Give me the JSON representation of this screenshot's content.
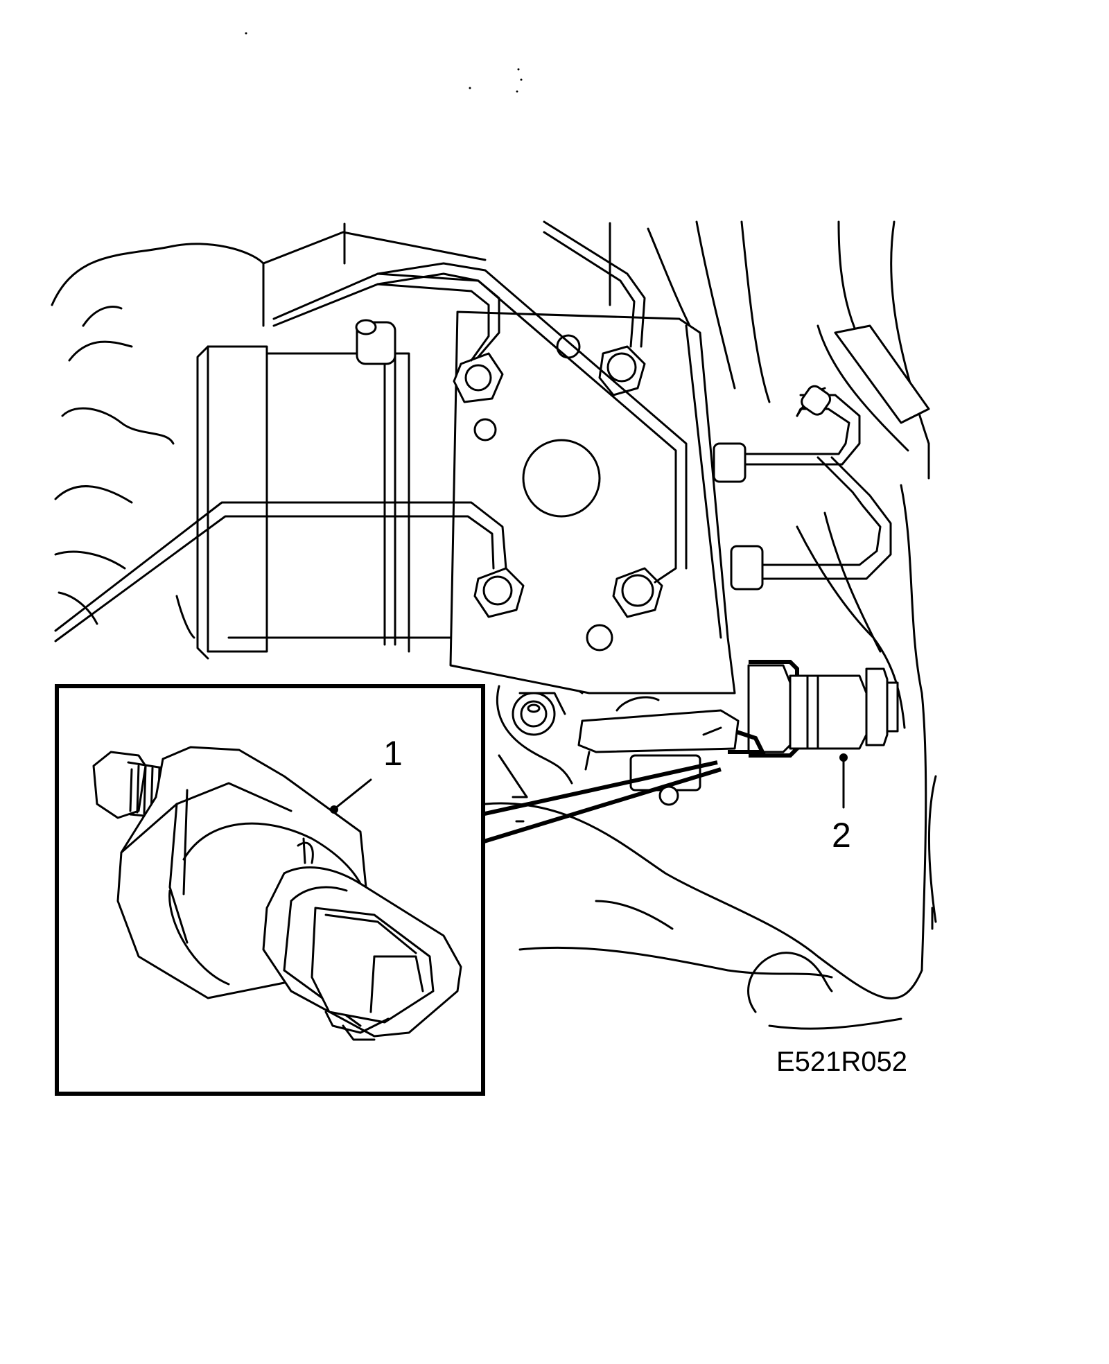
{
  "figure": {
    "code": "E521R052",
    "callouts": [
      {
        "id": "1",
        "label": "1"
      },
      {
        "id": "2",
        "label": "2"
      }
    ]
  },
  "colors": {
    "ink": "#000000",
    "paper": "#ffffff"
  }
}
